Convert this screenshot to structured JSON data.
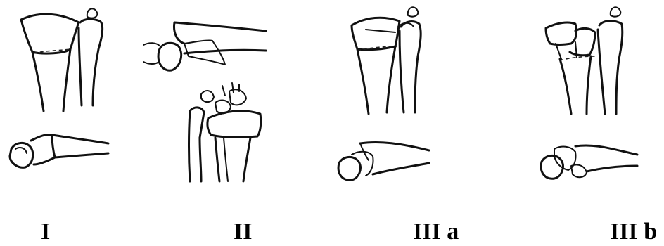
{
  "figure": {
    "panels": [
      {
        "id": "I",
        "label": "I"
      },
      {
        "id": "II",
        "label": "II"
      },
      {
        "id": "IIIa",
        "label": "III a"
      },
      {
        "id": "IIIb",
        "label": "III b"
      }
    ]
  }
}
